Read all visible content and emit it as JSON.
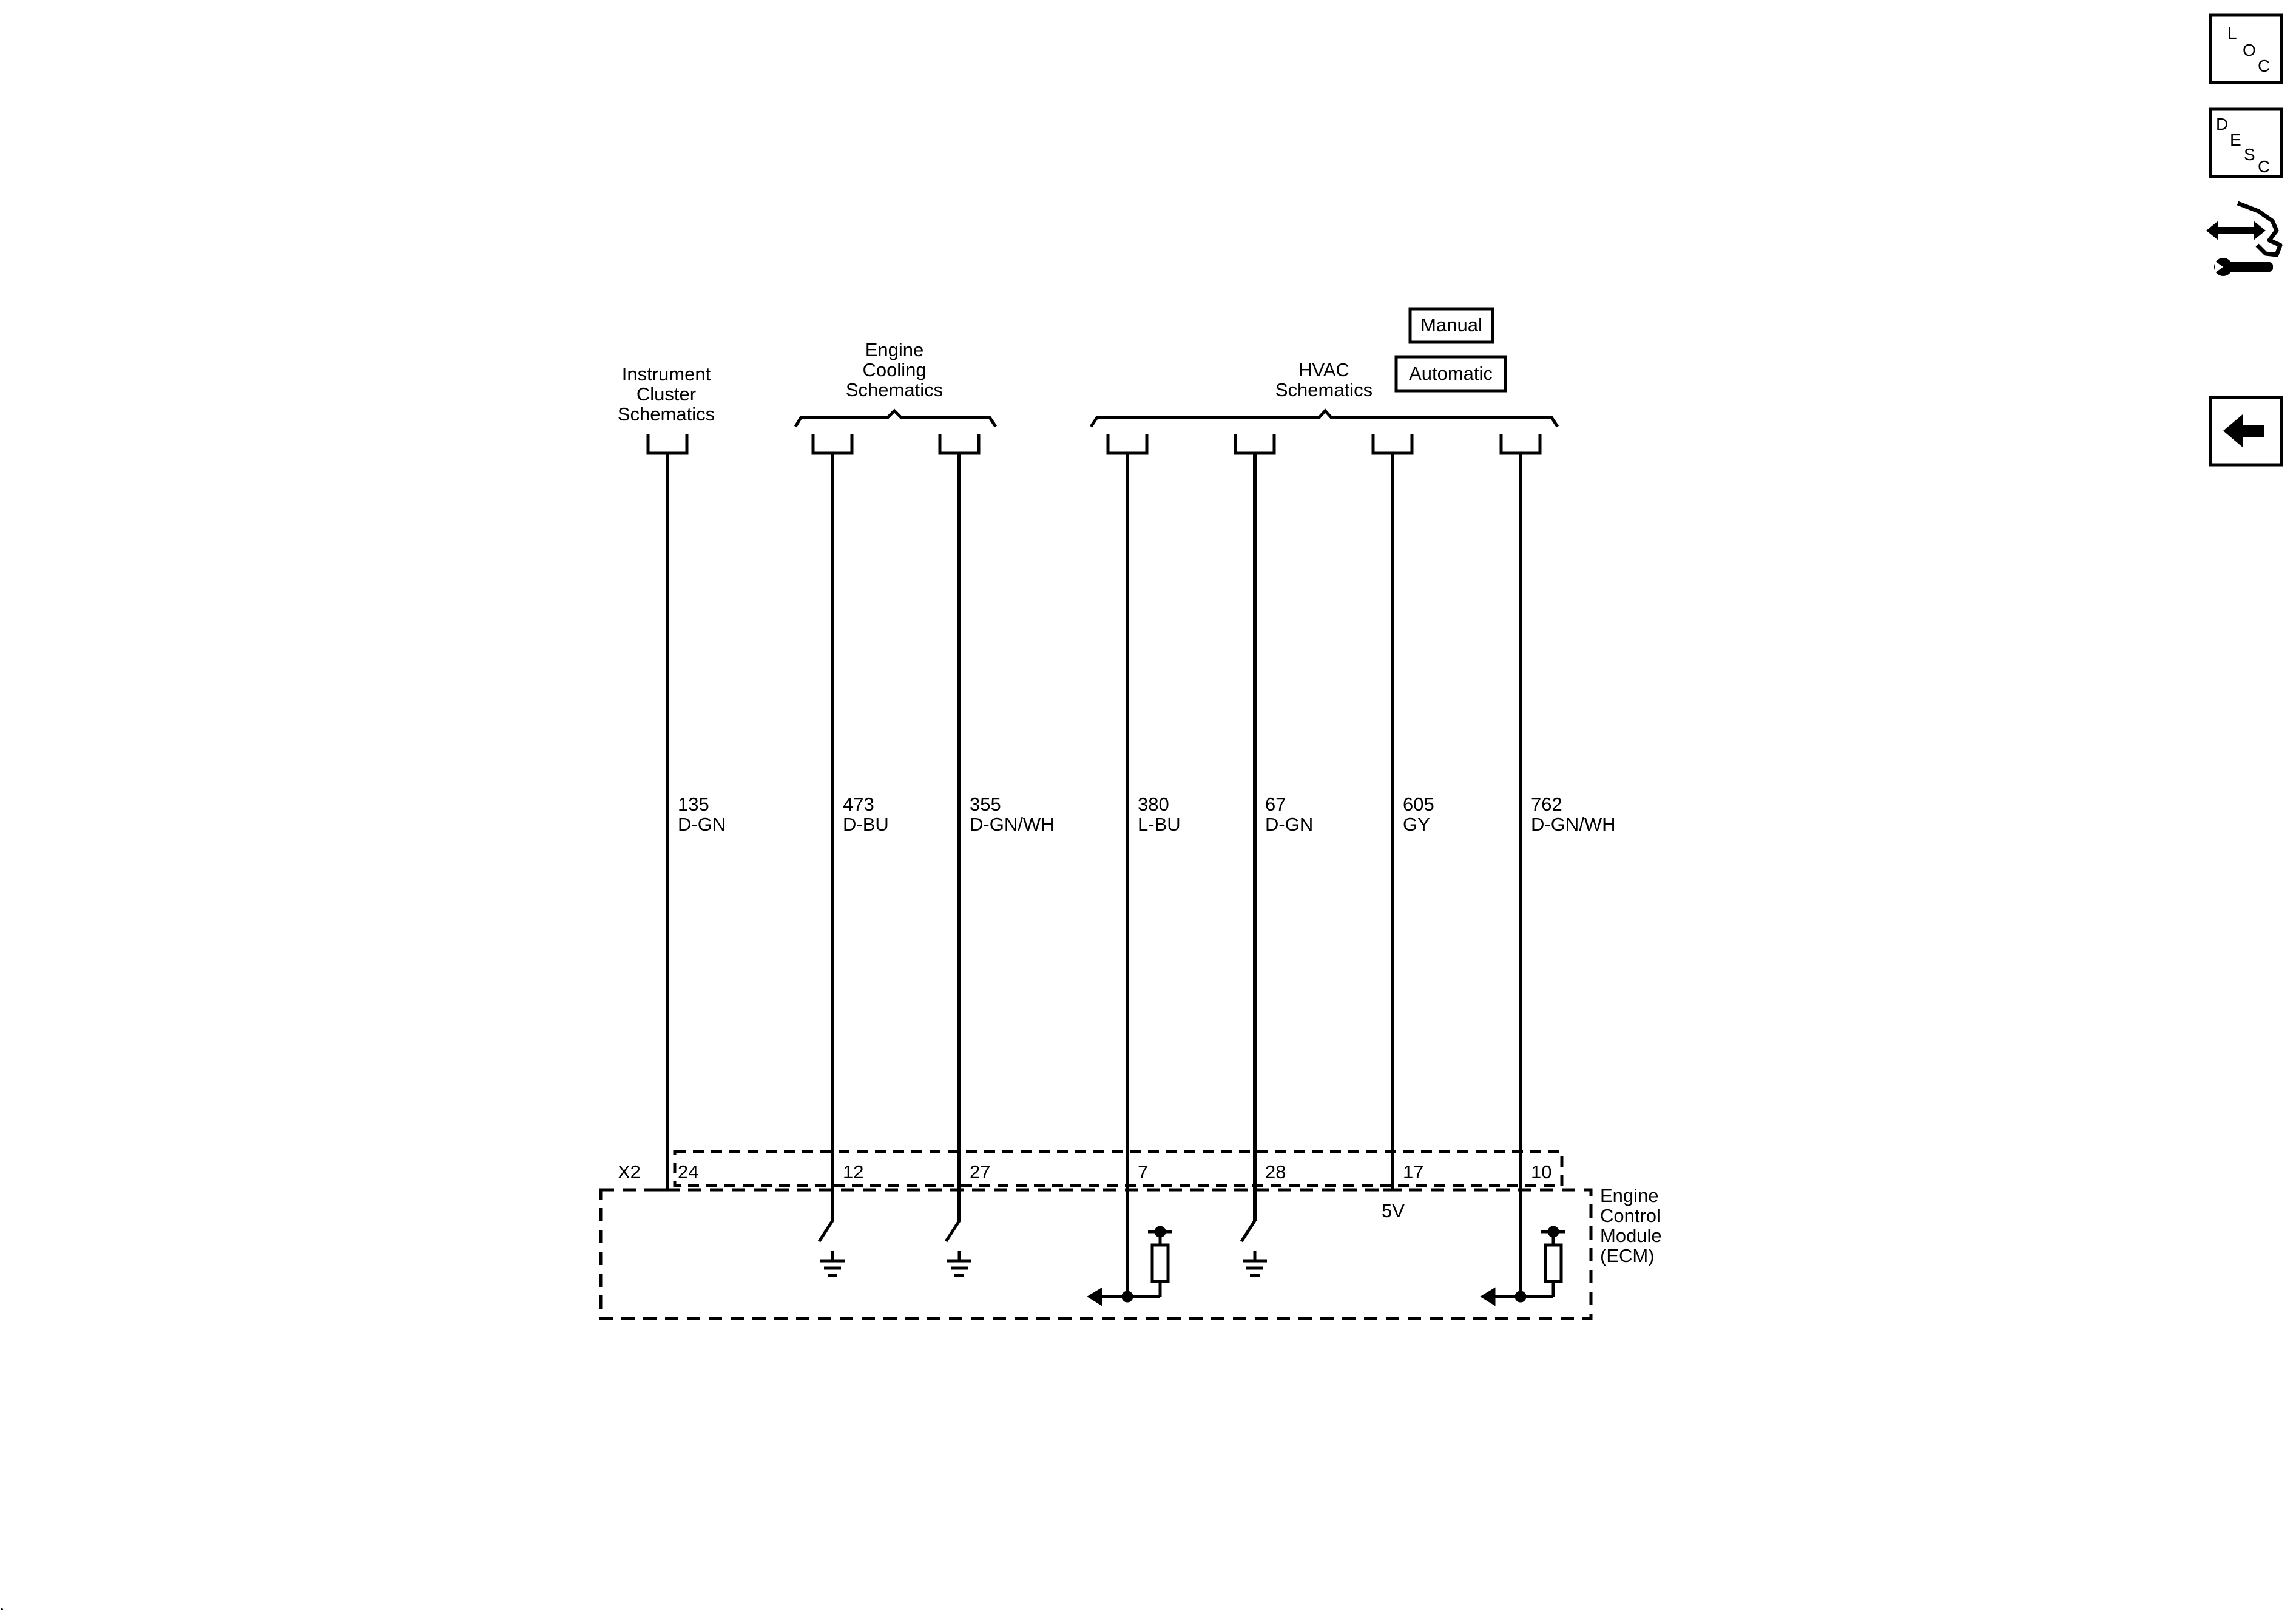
{
  "headers": {
    "instrument_cluster": [
      "Instrument",
      "Cluster",
      "Schematics"
    ],
    "engine_cooling": [
      "Engine",
      "Cooling",
      "Schematics"
    ],
    "hvac": [
      "HVAC",
      "Schematics"
    ]
  },
  "option_boxes": {
    "manual": "Manual",
    "automatic": "Automatic"
  },
  "connector": {
    "name": "X2"
  },
  "module": {
    "name_lines": [
      "Engine",
      "Control",
      "Module",
      "(ECM)"
    ],
    "voltage_label": "5V"
  },
  "circuits": [
    {
      "circuit": "135",
      "color": "D-GN",
      "pin": "24"
    },
    {
      "circuit": "473",
      "color": "D-BU",
      "pin": "12"
    },
    {
      "circuit": "355",
      "color": "D-GN/WH",
      "pin": "27"
    },
    {
      "circuit": "380",
      "color": "L-BU",
      "pin": "7"
    },
    {
      "circuit": "67",
      "color": "D-GN",
      "pin": "28"
    },
    {
      "circuit": "605",
      "color": "GY",
      "pin": "17"
    },
    {
      "circuit": "762",
      "color": "D-GN/WH",
      "pin": "10"
    }
  ],
  "nav": {
    "loc": [
      "L",
      "O",
      "C"
    ],
    "desc": [
      "D",
      "E",
      "S",
      "C"
    ],
    "connector_repair_icon": "connector-repair-icon",
    "back_icon": "back-arrow-icon"
  }
}
